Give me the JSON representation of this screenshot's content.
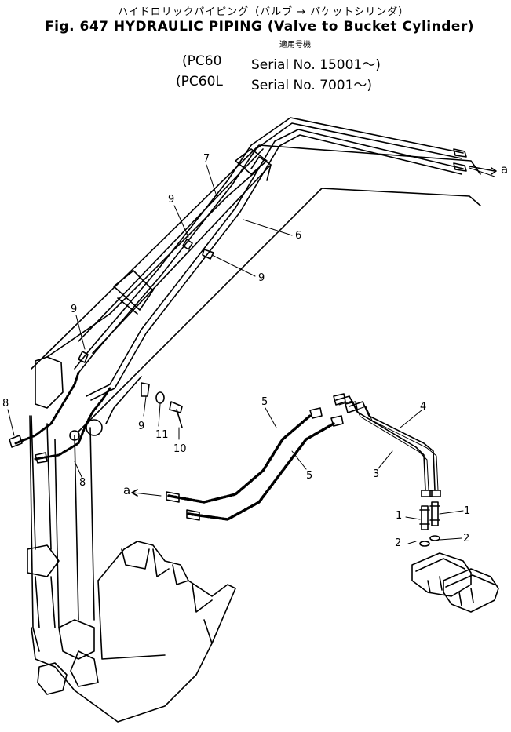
{
  "header": {
    "japanese_title": "ハイドロリックパイピング（バルブ → バケットシリンダ）",
    "english_title": "Fig. 647 HYDRAULIC PIPING (Valve to Bucket Cylinder)",
    "applicability_label": "適用号機",
    "models": [
      {
        "model": "(PC60",
        "serial": "Serial No. 15001～)"
      },
      {
        "model": "(PC60L",
        "serial": "Serial No. 7001～)"
      }
    ]
  },
  "callouts": {
    "c7": "7",
    "c6": "6",
    "c9a": "9",
    "c9b": "9",
    "c9c": "9",
    "c9d": "9",
    "c8a": "8",
    "c8b": "8",
    "c11": "11",
    "c10": "10",
    "c5a": "5",
    "c5b": "5",
    "c4": "4",
    "c3": "3",
    "c1a": "1",
    "c1b": "1",
    "c2a": "2",
    "c2b": "2",
    "ca1": "a",
    "ca2": "a"
  }
}
